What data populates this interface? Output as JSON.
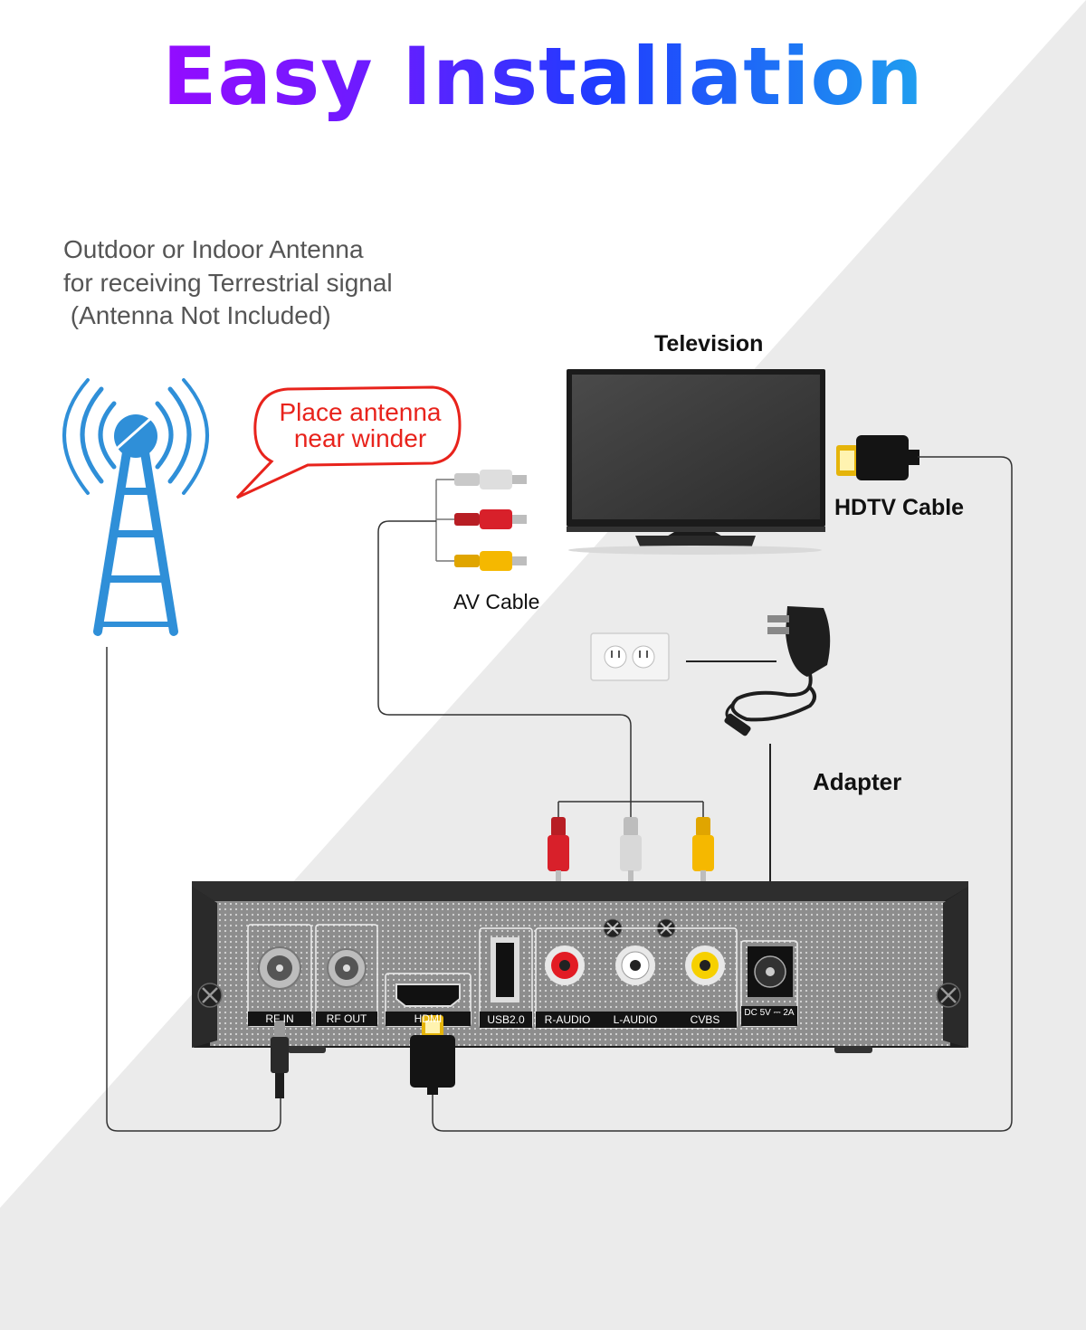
{
  "title": "Easy Installation",
  "antenna_note": {
    "line1": "Outdoor or Indoor Antenna",
    "line2": "for receiving Terrestrial signal",
    "line3": " (Antenna Not Included)"
  },
  "bubble": {
    "line1": "Place antenna",
    "line2": "near winder"
  },
  "labels": {
    "television": "Television",
    "hdtv_cable": "HDTV Cable",
    "av_cable": "AV Cable",
    "adapter": "Adapter"
  },
  "ports": {
    "rf_in": "RF IN",
    "rf_out": "RF OUT",
    "hdmi": "HDMI",
    "usb": "USB2.0",
    "r_audio": "R-AUDIO",
    "l_audio": "L-AUDIO",
    "cvbs": "CVBS",
    "dc": "DC 5V ⎓ 2A"
  },
  "colors": {
    "antenna_blue": "#2f8fd8",
    "bubble_red": "#e8231c",
    "rca_red": "#d8202a",
    "rca_white": "#d8d8d8",
    "rca_yellow": "#f5b800",
    "background_grey": "#ececec"
  }
}
